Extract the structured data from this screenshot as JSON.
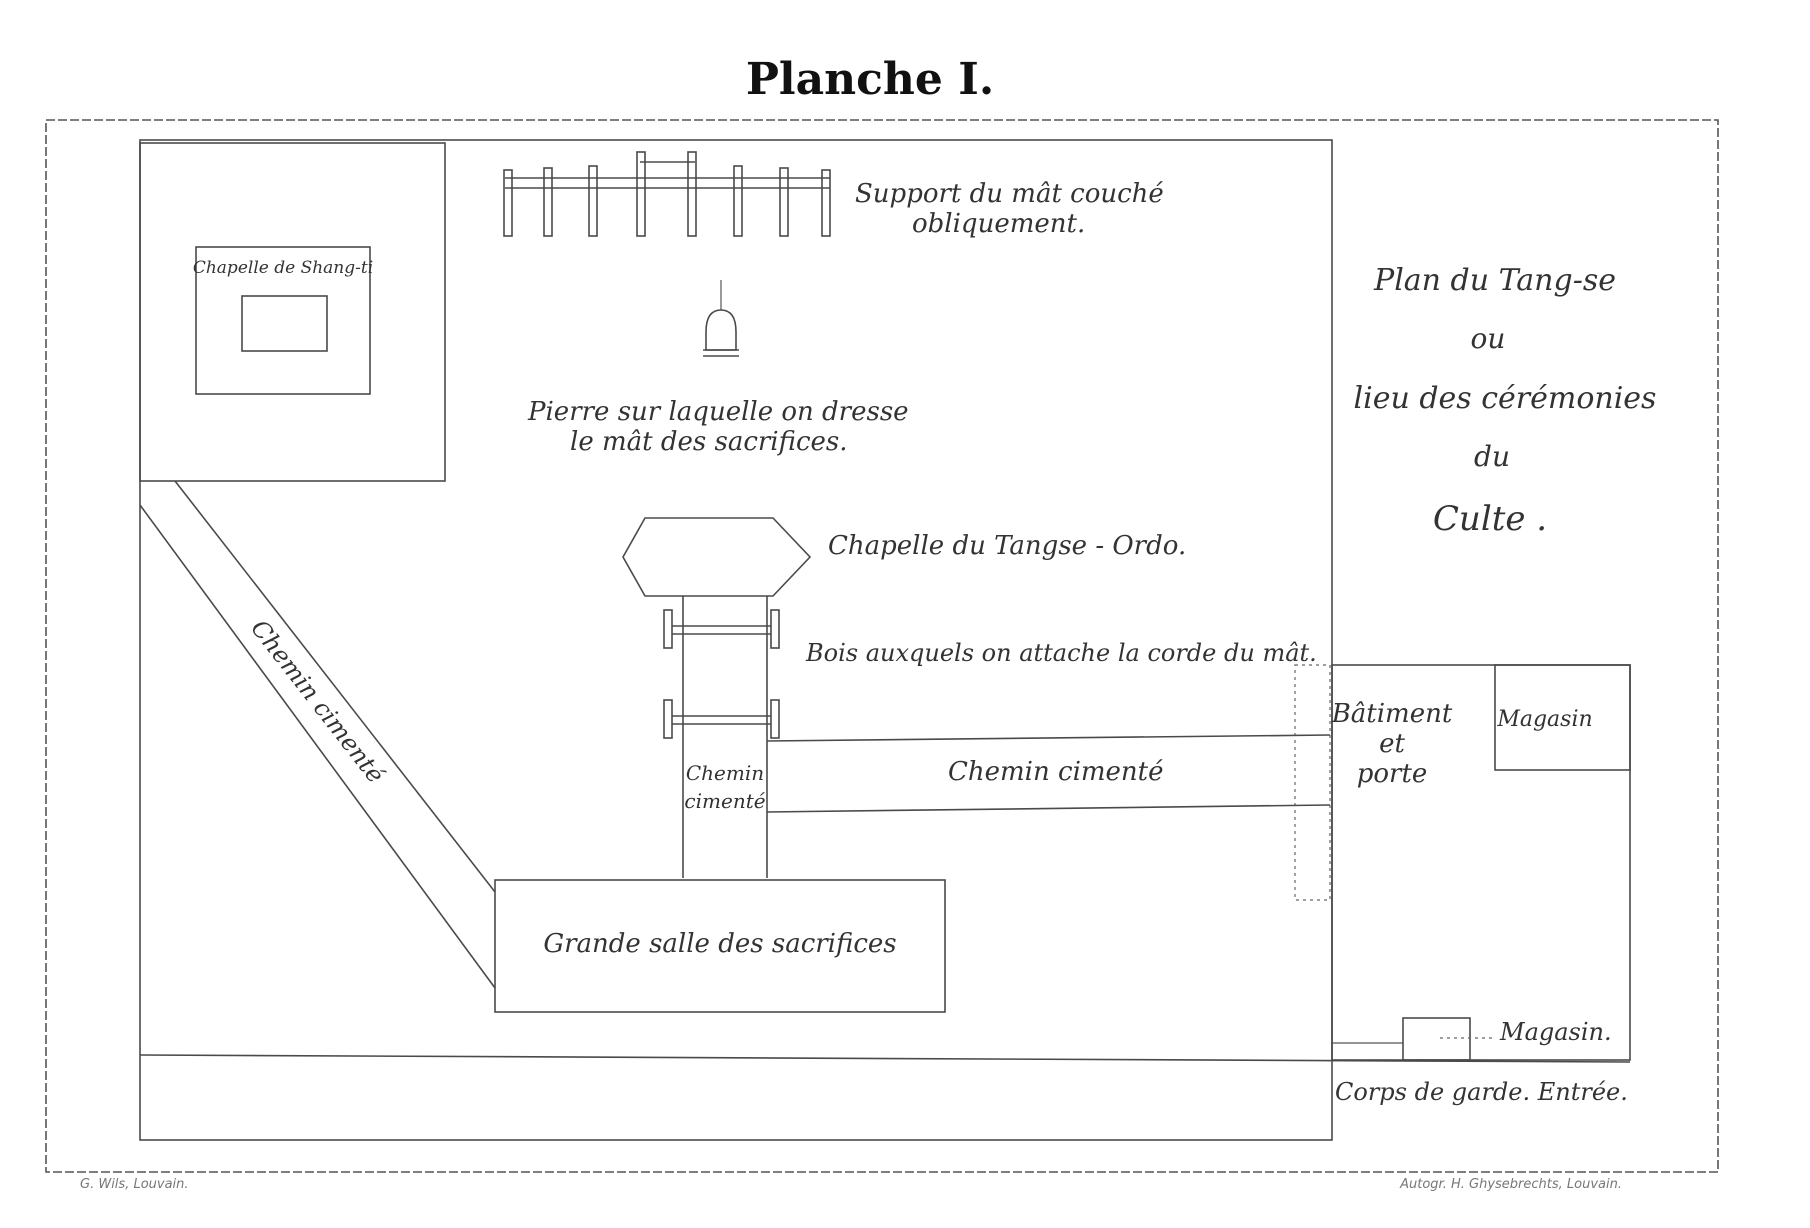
{
  "title": "Planche I.",
  "plan_title": [
    "Plan du Tang-se",
    "ou",
    "lieu des cérémonies",
    "du",
    "Culte ."
  ],
  "labels": {
    "support": [
      "Support du mât couché",
      "obliquement."
    ],
    "pierre": [
      "Pierre sur laquelle on dresse",
      "le mât des sacrifices."
    ],
    "chapelle_shang": "Chapelle de Shang-ti",
    "chapelle_tangse": "Chapelle du Tangse - Ordo.",
    "bois": "Bois auxquels on attache la corde du mât.",
    "chemin_diag": "Chemin cimenté",
    "chemin_vert": [
      "Chemin",
      "cimenté"
    ],
    "chemin_horiz": "Chemin cimenté",
    "batiment": [
      "Bâtiment",
      "et",
      "porte"
    ],
    "magasin_top": "Magasin",
    "magasin_bottom": "Magasin.",
    "grande_salle": "Grande salle des sacrifices",
    "corps": "Corps de garde. Entrée."
  },
  "credits": {
    "left": "G. Wils, Louvain.",
    "right": "Autogr. H. Ghysebrechts, Louvain."
  }
}
